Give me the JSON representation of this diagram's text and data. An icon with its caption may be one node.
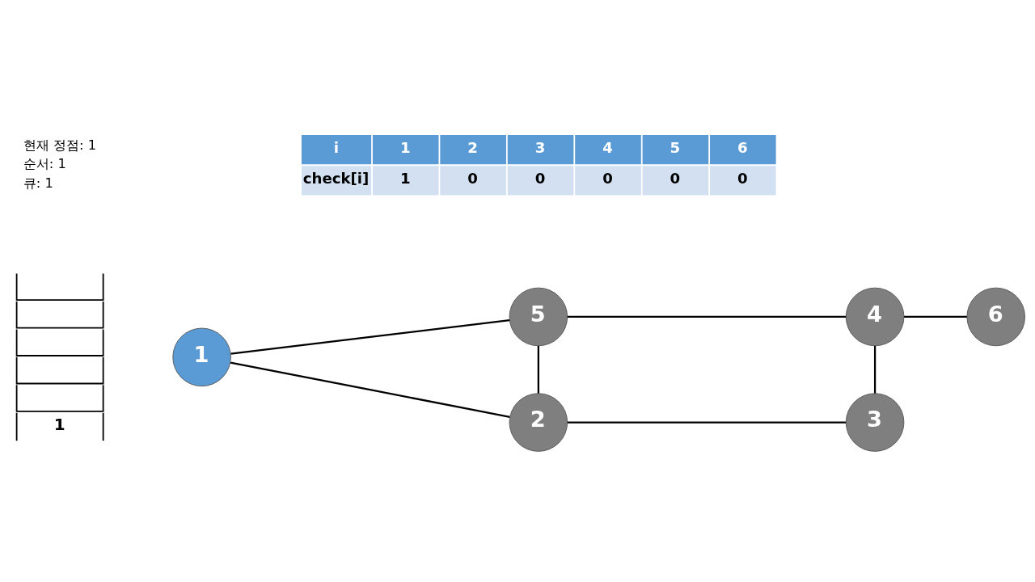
{
  "diagram": {
    "nodes": [
      {
        "text": [
          "1"
        ]
      },
      {
        "text": [
          "1"
        ]
      },
      {
        "text": [
          "5"
        ]
      },
      {
        "text": [
          "4"
        ]
      },
      {
        "text": [
          "6"
        ]
      },
      {
        "text": [
          "2"
        ]
      },
      {
        "text": [
          "3"
        ]
      }
    ],
    "edges": [
      {
        "from": 1,
        "to": 2,
        "arrow": "none"
      },
      {
        "from": 1,
        "to": 5,
        "arrow": "none"
      },
      {
        "from": 2,
        "to": 3,
        "arrow": "none"
      },
      {
        "from": 2,
        "to": 5,
        "arrow": "none"
      },
      {
        "from": 3,
        "to": 4,
        "arrow": "none"
      },
      {
        "from": 3,
        "to": 6,
        "arrow": "none"
      },
      {
        "from": 5,
        "to": 6,
        "arrow": "none"
      }
    ],
    "labels": [
      "현재 정점: 1",
      "순서: 1",
      "큐: 1",
      "i",
      "1",
      "2",
      "3",
      "4",
      "5",
      "6",
      "check[i]",
      "1",
      "0",
      "0",
      "0",
      "0",
      "0"
    ]
  }
}
